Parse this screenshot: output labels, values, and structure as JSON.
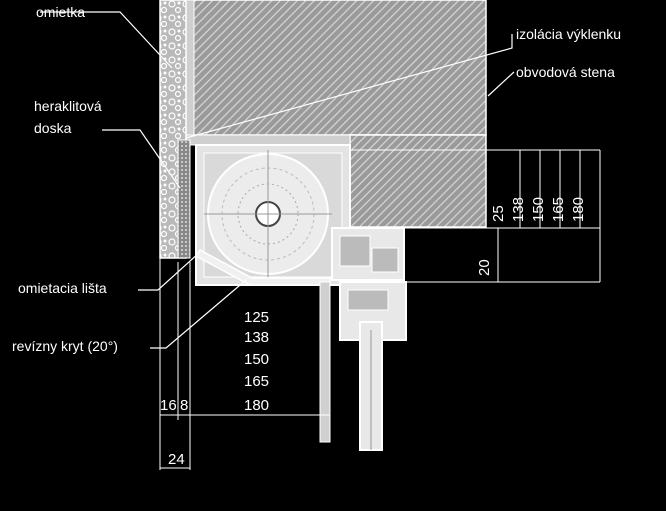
{
  "labels": {
    "omietka": "omietka",
    "heraklitova_line1": "heraklitová",
    "heraklitova_line2": "doska",
    "izolacia": "izolácia výklenku",
    "obvodova": "obvodová stena",
    "omietacia": "omietacia lišta",
    "revizny": "revízny kryt (20°)"
  },
  "dimensions": {
    "bottom_stack": [
      "125",
      "138",
      "150",
      "165",
      "180"
    ],
    "left_16": "16",
    "left_8": "8",
    "bottom_24": "24",
    "right_vertical": [
      "25",
      "138",
      "150",
      "165",
      "180"
    ],
    "right_20": "20"
  }
}
